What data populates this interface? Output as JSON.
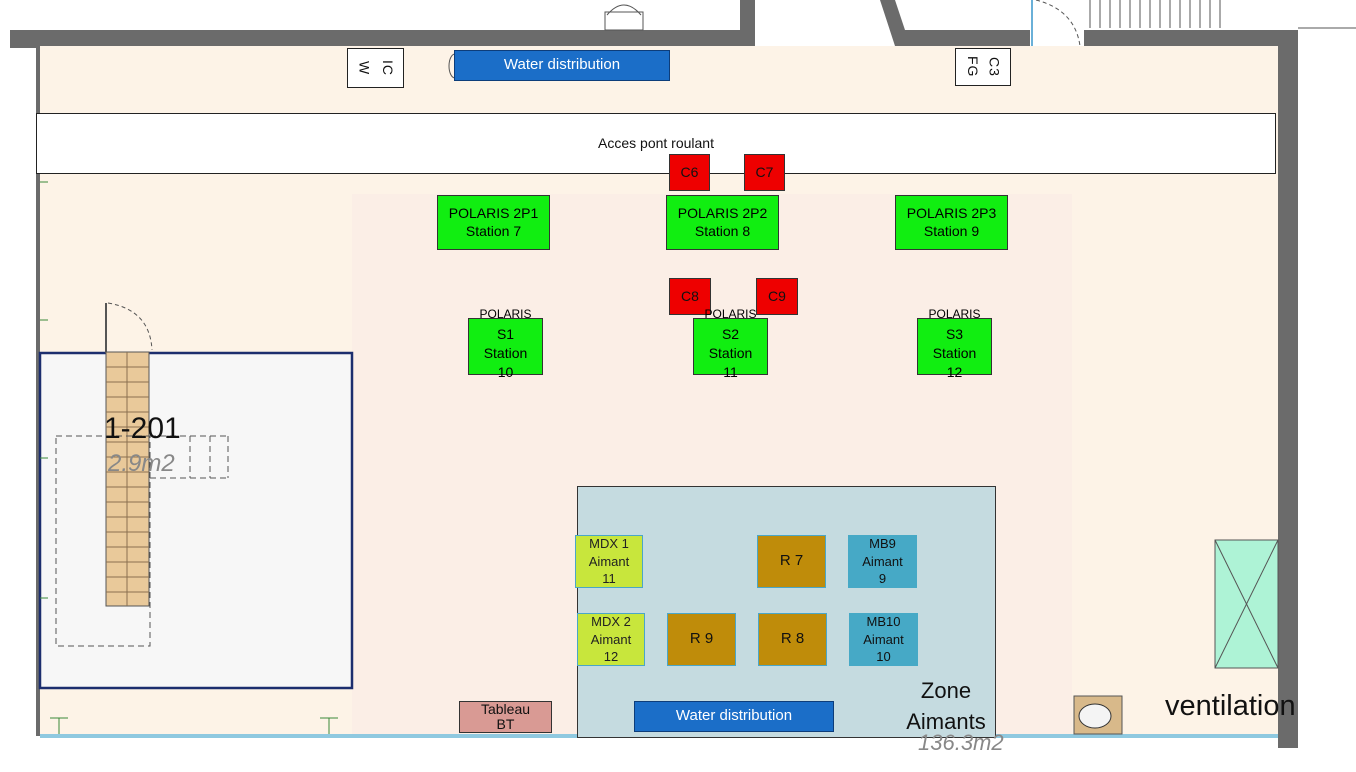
{
  "labels": {
    "acces_pont_roulant": "Acces pont roulant",
    "water_distribution_top": "Water distribution",
    "water_distribution_bottom": "Water distribution",
    "wc_col1": "W",
    "wc_col2": "IC",
    "fg_col1": "FG",
    "fg_col2": "C3",
    "room_number": "1-201",
    "room_area": "2.9m2",
    "zone_line1": "Zone",
    "zone_line2": "Aimants",
    "zone_area": "136.3m2",
    "ventilation": "ventilation",
    "tableau_line1": "Tableau",
    "tableau_line2": "BT"
  },
  "stations_top": [
    {
      "line1": "POLARIS 2P1",
      "line2": "Station 7"
    },
    {
      "line1": "POLARIS 2P2",
      "line2": "Station 8"
    },
    {
      "line1": "POLARIS 2P3",
      "line2": "Station 9"
    }
  ],
  "stations_bottom": [
    {
      "prefix": "POLARIS",
      "line1": "S1",
      "line2": "Station",
      "line3": "10"
    },
    {
      "prefix": "POLARIS",
      "line1": "S2",
      "line2": "Station",
      "line3": "11"
    },
    {
      "prefix": "POLARIS",
      "line1": "S3",
      "line2": "Station",
      "line3": "12"
    }
  ],
  "cabinets": [
    "C6",
    "C7",
    "C8",
    "C9"
  ],
  "magnets": {
    "mdx1": {
      "line1": "MDX 1",
      "line2": "Aimant",
      "line3": "11"
    },
    "mdx2": {
      "line1": "MDX 2",
      "line2": "Aimant",
      "line3": "12"
    },
    "mb9": {
      "line1": "MB9",
      "line2": "Aimant",
      "line3": "9"
    },
    "mb10": {
      "line1": "MB10",
      "line2": "Aimant",
      "line3": "10"
    },
    "r7": "R 7",
    "r8": "R 8",
    "r9": "R 9"
  },
  "colors": {
    "station": "#11ee11",
    "cabinet": "#ee0000",
    "water": "#1b6ec8",
    "zone_aimants": "#c5dbe0",
    "mdx": "#c8e63c",
    "mb": "#46a9c6",
    "r": "#bf8c0a",
    "tableau": "#d99a94",
    "ventilation_shaft": "#aef3d6"
  }
}
